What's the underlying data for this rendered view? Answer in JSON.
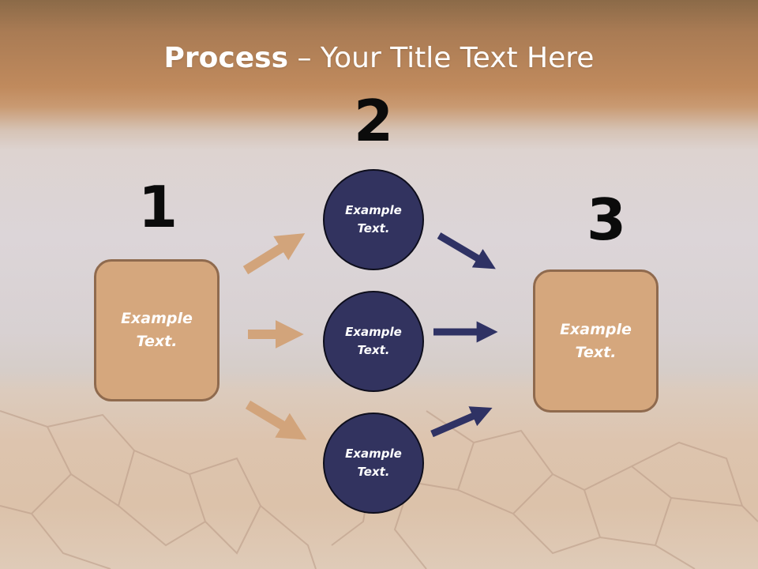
{
  "slide": {
    "title_bold": "Process",
    "title_rest": " – Your Title Text Here",
    "steps": [
      {
        "number": "1",
        "text": "Example Text."
      },
      {
        "number": "2",
        "items": [
          "Example Text.",
          "Example Text.",
          "Example Text."
        ]
      },
      {
        "number": "3",
        "text": "Example Text."
      }
    ]
  },
  "colors": {
    "box_fill": "#d5a77d",
    "box_border": "#8f6a4e",
    "circle_fill": "#32335f",
    "tan_arrow": "#d2a47b",
    "navy_arrow": "#2f3264"
  }
}
